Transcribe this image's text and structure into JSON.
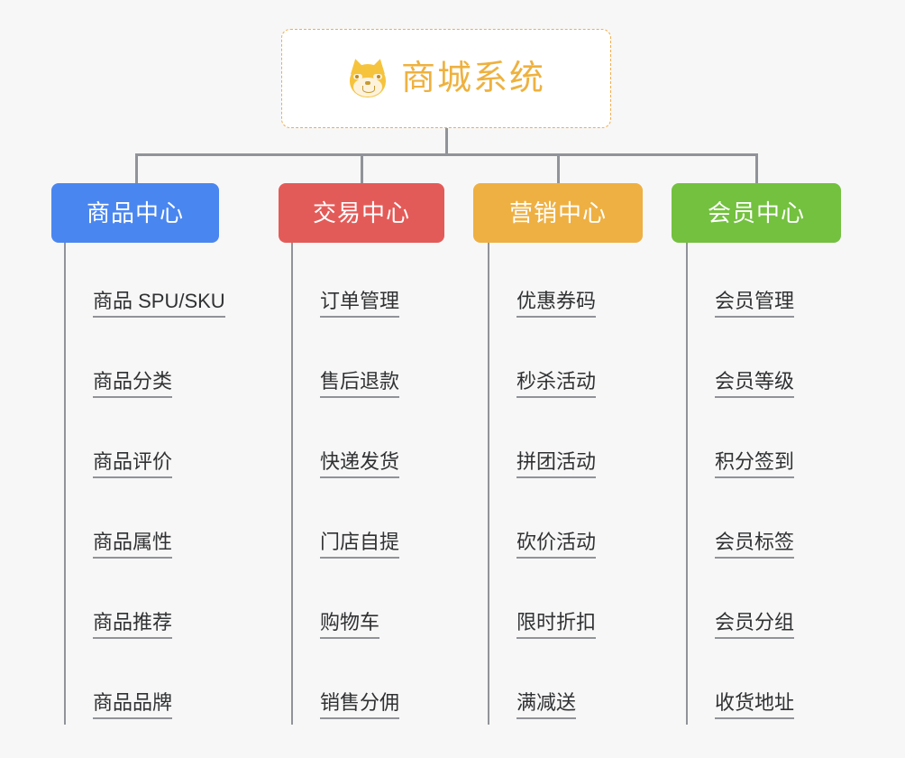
{
  "page": {
    "background_color": "#f7f7f7",
    "title": "商城系统"
  },
  "root": {
    "label": "商城系统",
    "icon": "shiba-dog-icon",
    "text_color": "#eeb13f",
    "border_color": "#f0ad4e",
    "background_color": "#ffffff"
  },
  "connector_color": "#909399",
  "categories": [
    {
      "label": "商品中心",
      "color": "#4a86ef",
      "items": [
        {
          "label": "商品 SPU/SKU"
        },
        {
          "label": "商品分类"
        },
        {
          "label": "商品评价"
        },
        {
          "label": "商品属性"
        },
        {
          "label": "商品推荐"
        },
        {
          "label": "商品品牌"
        }
      ]
    },
    {
      "label": "交易中心",
      "color": "#e35b58",
      "items": [
        {
          "label": "订单管理"
        },
        {
          "label": "售后退款"
        },
        {
          "label": "快递发货"
        },
        {
          "label": "门店自提"
        },
        {
          "label": "购物车"
        },
        {
          "label": "销售分佣"
        }
      ]
    },
    {
      "label": "营销中心",
      "color": "#eeb042",
      "items": [
        {
          "label": "优惠券码"
        },
        {
          "label": "秒杀活动"
        },
        {
          "label": "拼团活动"
        },
        {
          "label": "砍价活动"
        },
        {
          "label": "限时折扣"
        },
        {
          "label": "满减送"
        }
      ]
    },
    {
      "label": "会员中心",
      "color": "#73c13f",
      "items": [
        {
          "label": "会员管理"
        },
        {
          "label": "会员等级"
        },
        {
          "label": "积分签到"
        },
        {
          "label": "会员标签"
        },
        {
          "label": "会员分组"
        },
        {
          "label": "收货地址"
        }
      ]
    }
  ]
}
